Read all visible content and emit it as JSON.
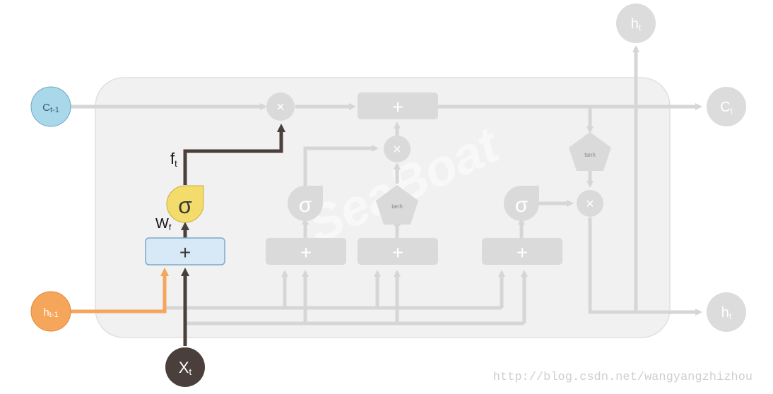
{
  "inputs": {
    "c_prev": {
      "main": "C",
      "sub": "t-1"
    },
    "h_prev": {
      "main": "h",
      "sub": "t-1"
    },
    "x_t": {
      "main": "X",
      "sub": "t"
    }
  },
  "outputs": {
    "h_top": {
      "main": "h",
      "sub": "t"
    },
    "c_out": {
      "main": "C",
      "sub": "t"
    },
    "h_out": {
      "main": "h",
      "sub": "t"
    }
  },
  "ops": {
    "multiply": "×",
    "add": "+",
    "sigma": "σ",
    "tanh": "tanh"
  },
  "labels": {
    "forget_gate": {
      "main": "f",
      "sub": "t"
    },
    "weight": {
      "main": "W",
      "sub": "f"
    }
  },
  "watermark": {
    "url": "http://blog.csdn.net/wangyangzhizhou"
  },
  "colors": {
    "active_path": "#4a3f3a",
    "h_prev_path": "#f5a65b",
    "inactive": "#d9d9d9",
    "cell_bg": "#f1f1f1",
    "c_prev_fill": "#a8d8ea",
    "h_prev_fill": "#f5a65b",
    "x_fill": "#4a3f3a",
    "sigma_active": "#f3dc6b",
    "add_active": "#d7e9f6"
  }
}
